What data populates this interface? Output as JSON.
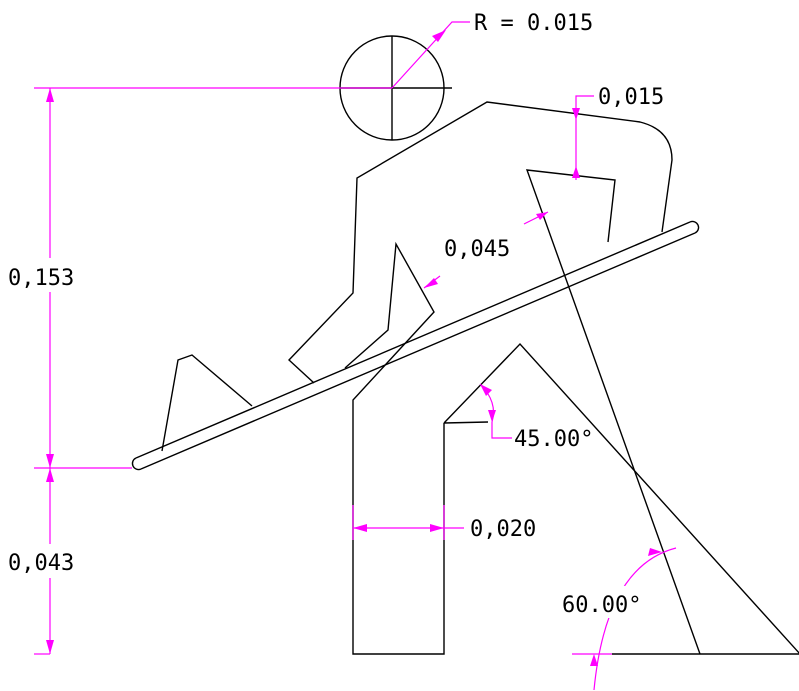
{
  "dimensions": {
    "radius": "R = 0.015",
    "top_gap": "0,015",
    "bar_offset": "0,045",
    "height_upper": "0,153",
    "height_lower": "0,043",
    "post_width": "0,020",
    "angle_inner": "45.00°",
    "angle_outer": "60.00°"
  },
  "colors": {
    "geometry": "#000000",
    "dimension": "#ff00ff",
    "background": "#ffffff"
  }
}
